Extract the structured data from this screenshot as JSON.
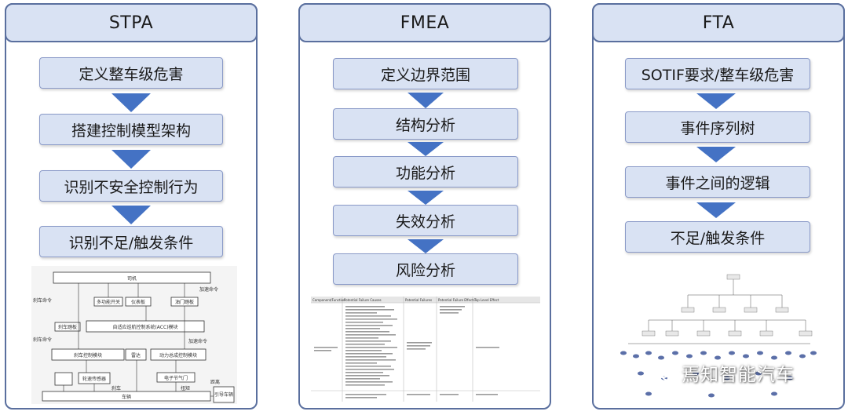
{
  "panels": [
    {
      "title": "STPA",
      "steps": [
        "定义整车级危害",
        "搭建控制模型架构",
        "识别不安全控制行为",
        "识别不足/触发条件"
      ]
    },
    {
      "title": "FMEA",
      "steps": [
        "定义边界范围",
        "结构分析",
        "功能分析",
        "失效分析",
        "风险分析"
      ]
    },
    {
      "title": "FTA",
      "steps": [
        "SOTIF要求/整车级危害",
        "事件序列树",
        "事件之间的逻辑",
        "不足/触发条件"
      ]
    }
  ],
  "stpa_diagram": {
    "driver": "司机",
    "acc": "自适应巡航控制系统(ACC)模块",
    "brake_module": "刹车控制模块",
    "radar": "雷达",
    "powertrain": "动力总成控制模块",
    "vehicle": "车辆",
    "guide_vehicle": "引导车辆",
    "multifunction_switch": "多功能开关",
    "dashboard": "仪表板",
    "throttle": "油门踏板",
    "brake_pedal": "刹车踏板",
    "wheel_speed": "轮速传感器",
    "throttle_valve": "电子节气门",
    "labels": [
      "刹车命令",
      "加速命令",
      "刹车命令",
      "加速命令",
      "刹车",
      "扭矩",
      "距离"
    ]
  },
  "fmea_table": {
    "headers": [
      "Component/Function",
      "Potential Failure Causes",
      "Potential Failures",
      "Potential Failure Effects",
      "Top Level Effect"
    ]
  },
  "watermark": {
    "text": "焉知智能汽车"
  },
  "colors": {
    "panel_border": "#5a6f9e",
    "box_fill": "#d9e2f3",
    "arrow": "#4472c4"
  }
}
